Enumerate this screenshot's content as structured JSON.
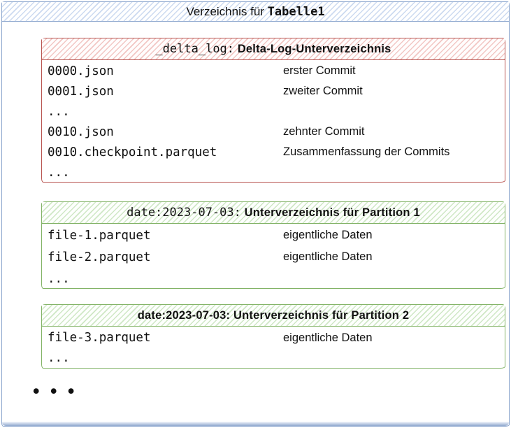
{
  "title": {
    "regular": "Verzeichnis für ",
    "table_name": "Tabelle1"
  },
  "colors": {
    "frame_blue": "#8aa5cd",
    "title_hatch_blue": "#ccdaf0",
    "delta_log_border_red": "#b85450",
    "delta_log_hatch_red": "#f2c7c4",
    "partition_border_green": "#82b366",
    "partition_hatch_green": "#cfe7c5",
    "text": "#111111"
  },
  "boxes": [
    {
      "id": "delta-log",
      "header": {
        "mono": "_delta_log:",
        "label": " Delta-Log-Unterverzeichnis"
      },
      "rows": [
        {
          "file": "0000.json",
          "desc": "erster Commit"
        },
        {
          "file": "0001.json",
          "desc": "zweiter Commit"
        },
        {
          "file": "...",
          "desc": ""
        },
        {
          "file": "0010.json",
          "desc": "zehnter Commit"
        },
        {
          "file": "0010.checkpoint.parquet",
          "desc": "Zusammenfassung der Commits"
        },
        {
          "file": "...",
          "desc": ""
        }
      ]
    },
    {
      "id": "partition-1",
      "header": {
        "mono": "date:2023-07-03:",
        "label": " Unterverzeichnis für Partition 1"
      },
      "rows": [
        {
          "file": "file-1.parquet",
          "desc": "eigentliche Daten"
        },
        {
          "file": "file-2.parquet",
          "desc": "eigentliche Daten"
        },
        {
          "file": "...",
          "desc": ""
        }
      ]
    },
    {
      "id": "partition-2",
      "header": {
        "mono": "",
        "label": "date:2023-07-03: Unterverzeichnis für Partition 2"
      },
      "rows": [
        {
          "file": "file-3.parquet",
          "desc": "eigentliche Daten"
        },
        {
          "file": "...",
          "desc": ""
        }
      ]
    }
  ],
  "ellipsis": "• • •"
}
